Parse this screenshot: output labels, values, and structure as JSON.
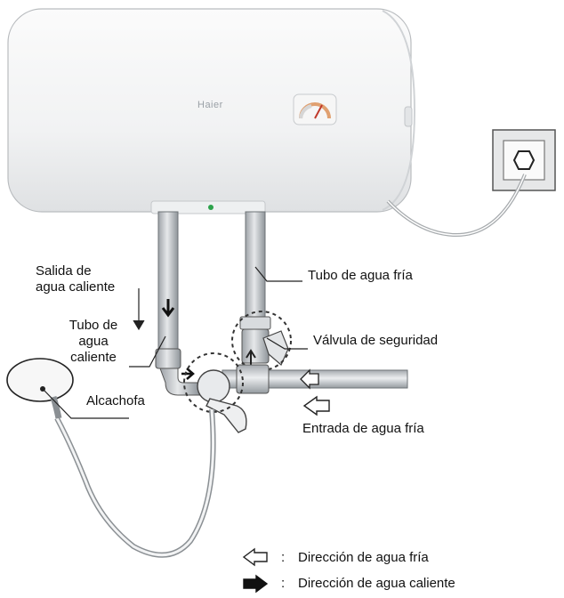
{
  "heater": {
    "brand": "Haier"
  },
  "labels": {
    "hot_water_outlet": "Salida de\nagua caliente",
    "hot_water_pipe": "Tubo de\nagua\ncaliente",
    "shower_head": "Alcachofa",
    "cold_water_pipe": "Tubo de agua fría",
    "safety_valve": "Válvula de seguridad",
    "cold_water_inlet": "Entrada de agua fría"
  },
  "legend": {
    "cold": {
      "symbol": "⇦",
      "separator": ":",
      "text": "Dirección de agua fría"
    },
    "hot": {
      "symbol": "➡",
      "separator": ":",
      "text": "Dirección de agua caliente"
    }
  },
  "colors": {
    "line": "#2a2a2a",
    "tank_fill": "#f4f5f6",
    "pipe_fill": "#c9cdd1",
    "indicator_green": "#2ca24b"
  }
}
